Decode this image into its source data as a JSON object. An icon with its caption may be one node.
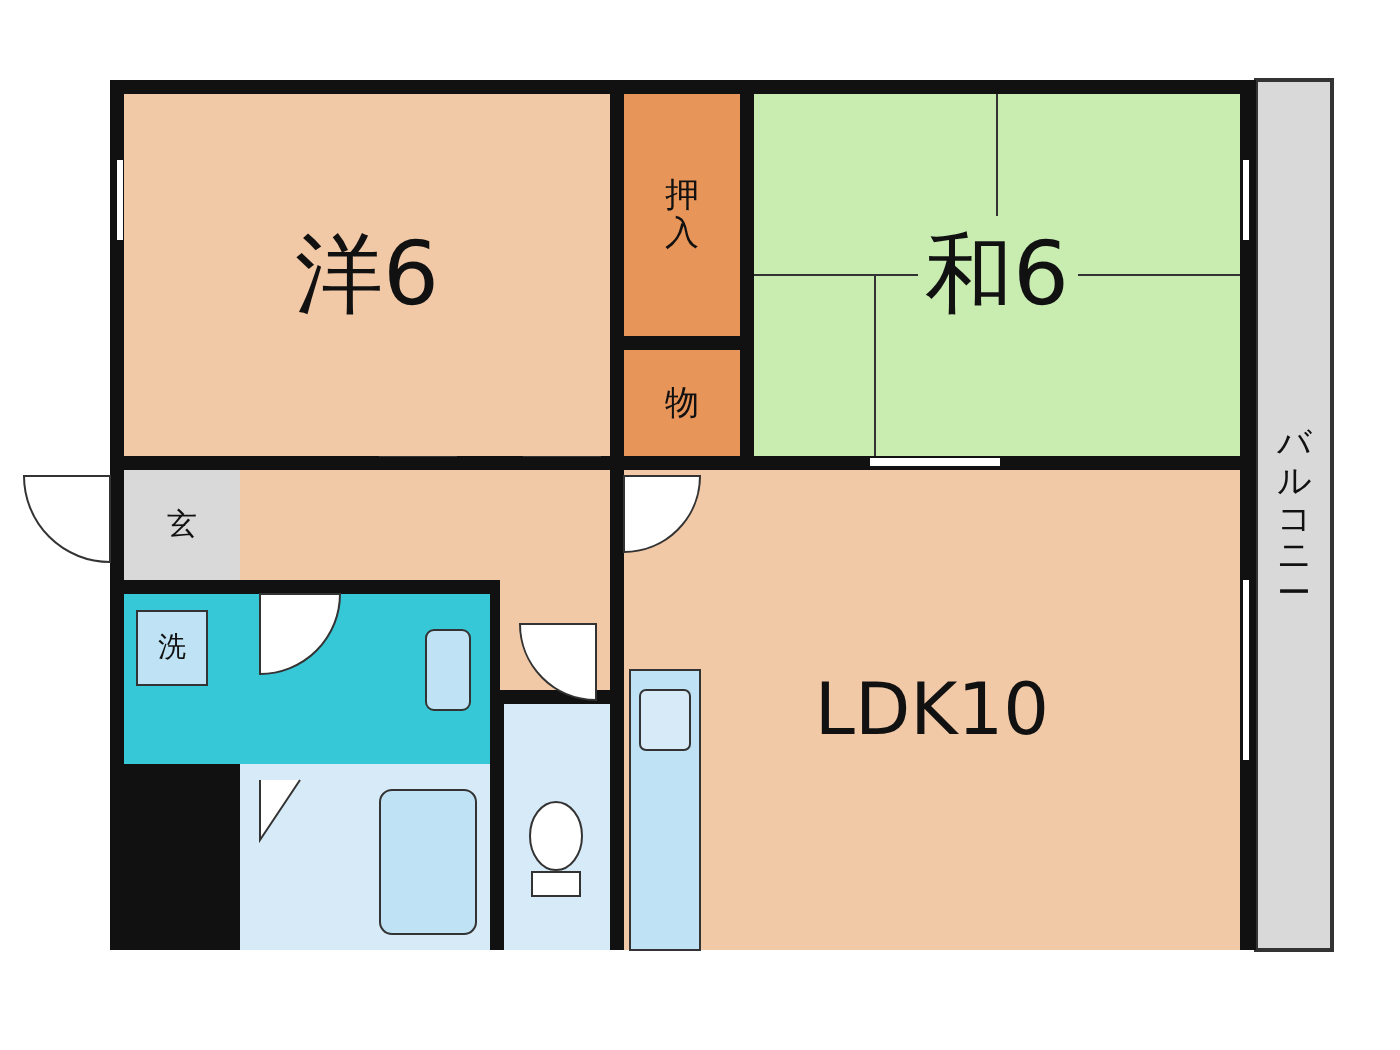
{
  "diagram": {
    "nodes": [
      {
        "text": [
          "洋6"
        ]
      },
      {
        "text": [
          "押入"
        ]
      },
      {
        "text": [
          "物"
        ]
      },
      {
        "text": [
          "和6"
        ]
      },
      {
        "text": [
          "玄"
        ]
      },
      {
        "text": [
          "洗"
        ]
      },
      {
        "text": [
          "LDK10"
        ]
      },
      {
        "text": [
          "バルコニー"
        ]
      }
    ]
  }
}
